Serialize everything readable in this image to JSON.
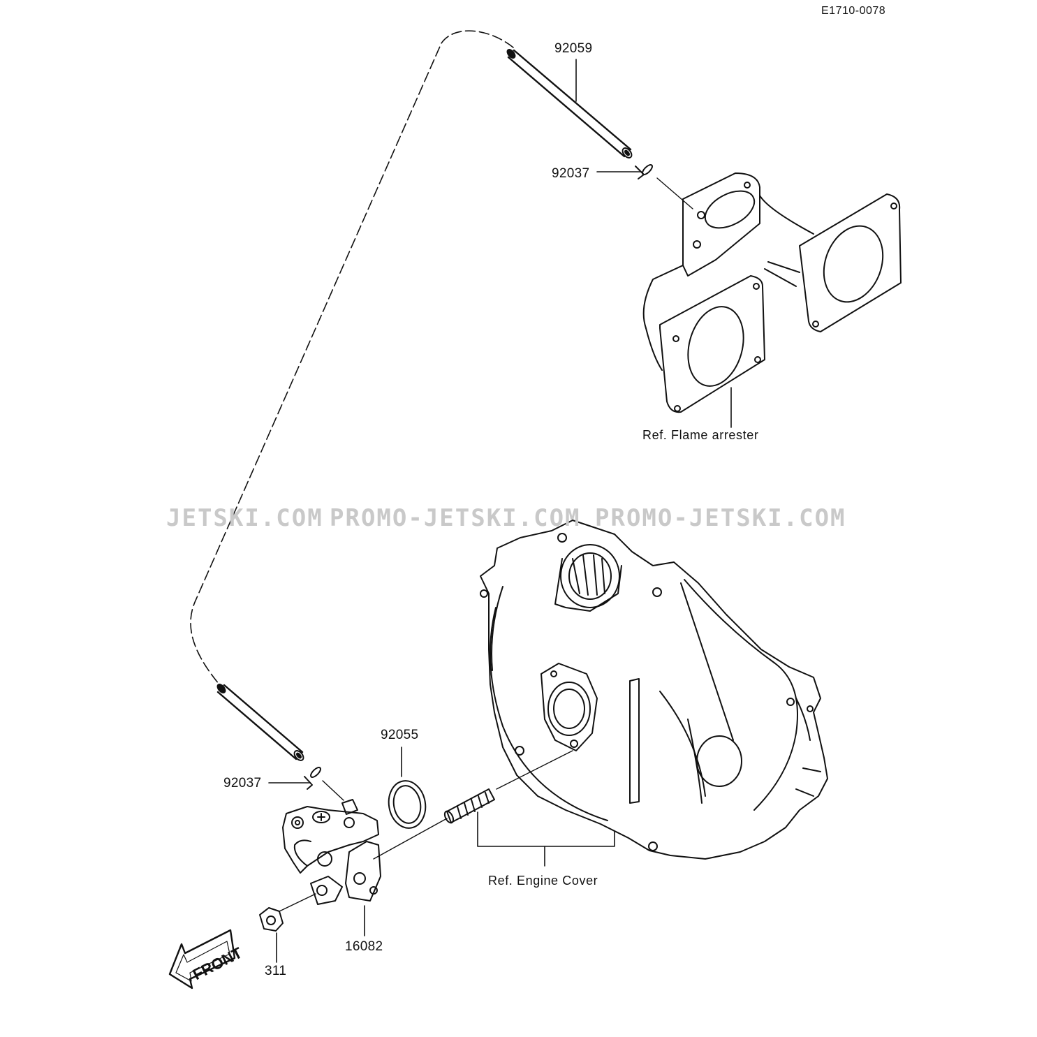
{
  "drawing": {
    "id": "E1710-0078"
  },
  "watermarks": [
    "JETSKI.COM",
    "PROMO-JETSKI.COM",
    "PROMO-JETSKI.COM"
  ],
  "callouts": {
    "hose_upper": "92059",
    "clamp_upper": "92037",
    "clamp_lower": "92037",
    "oring": "92055",
    "fuel_tap": "16082",
    "nut": "311"
  },
  "references": {
    "flame_arrester": "Ref.  Flame arrester",
    "engine_cover": "Ref. Engine Cover"
  },
  "direction_arrow": {
    "label": "FRONT"
  },
  "colors": {
    "line": "#111111",
    "watermark": "#c9c9c9",
    "background": "#ffffff"
  }
}
